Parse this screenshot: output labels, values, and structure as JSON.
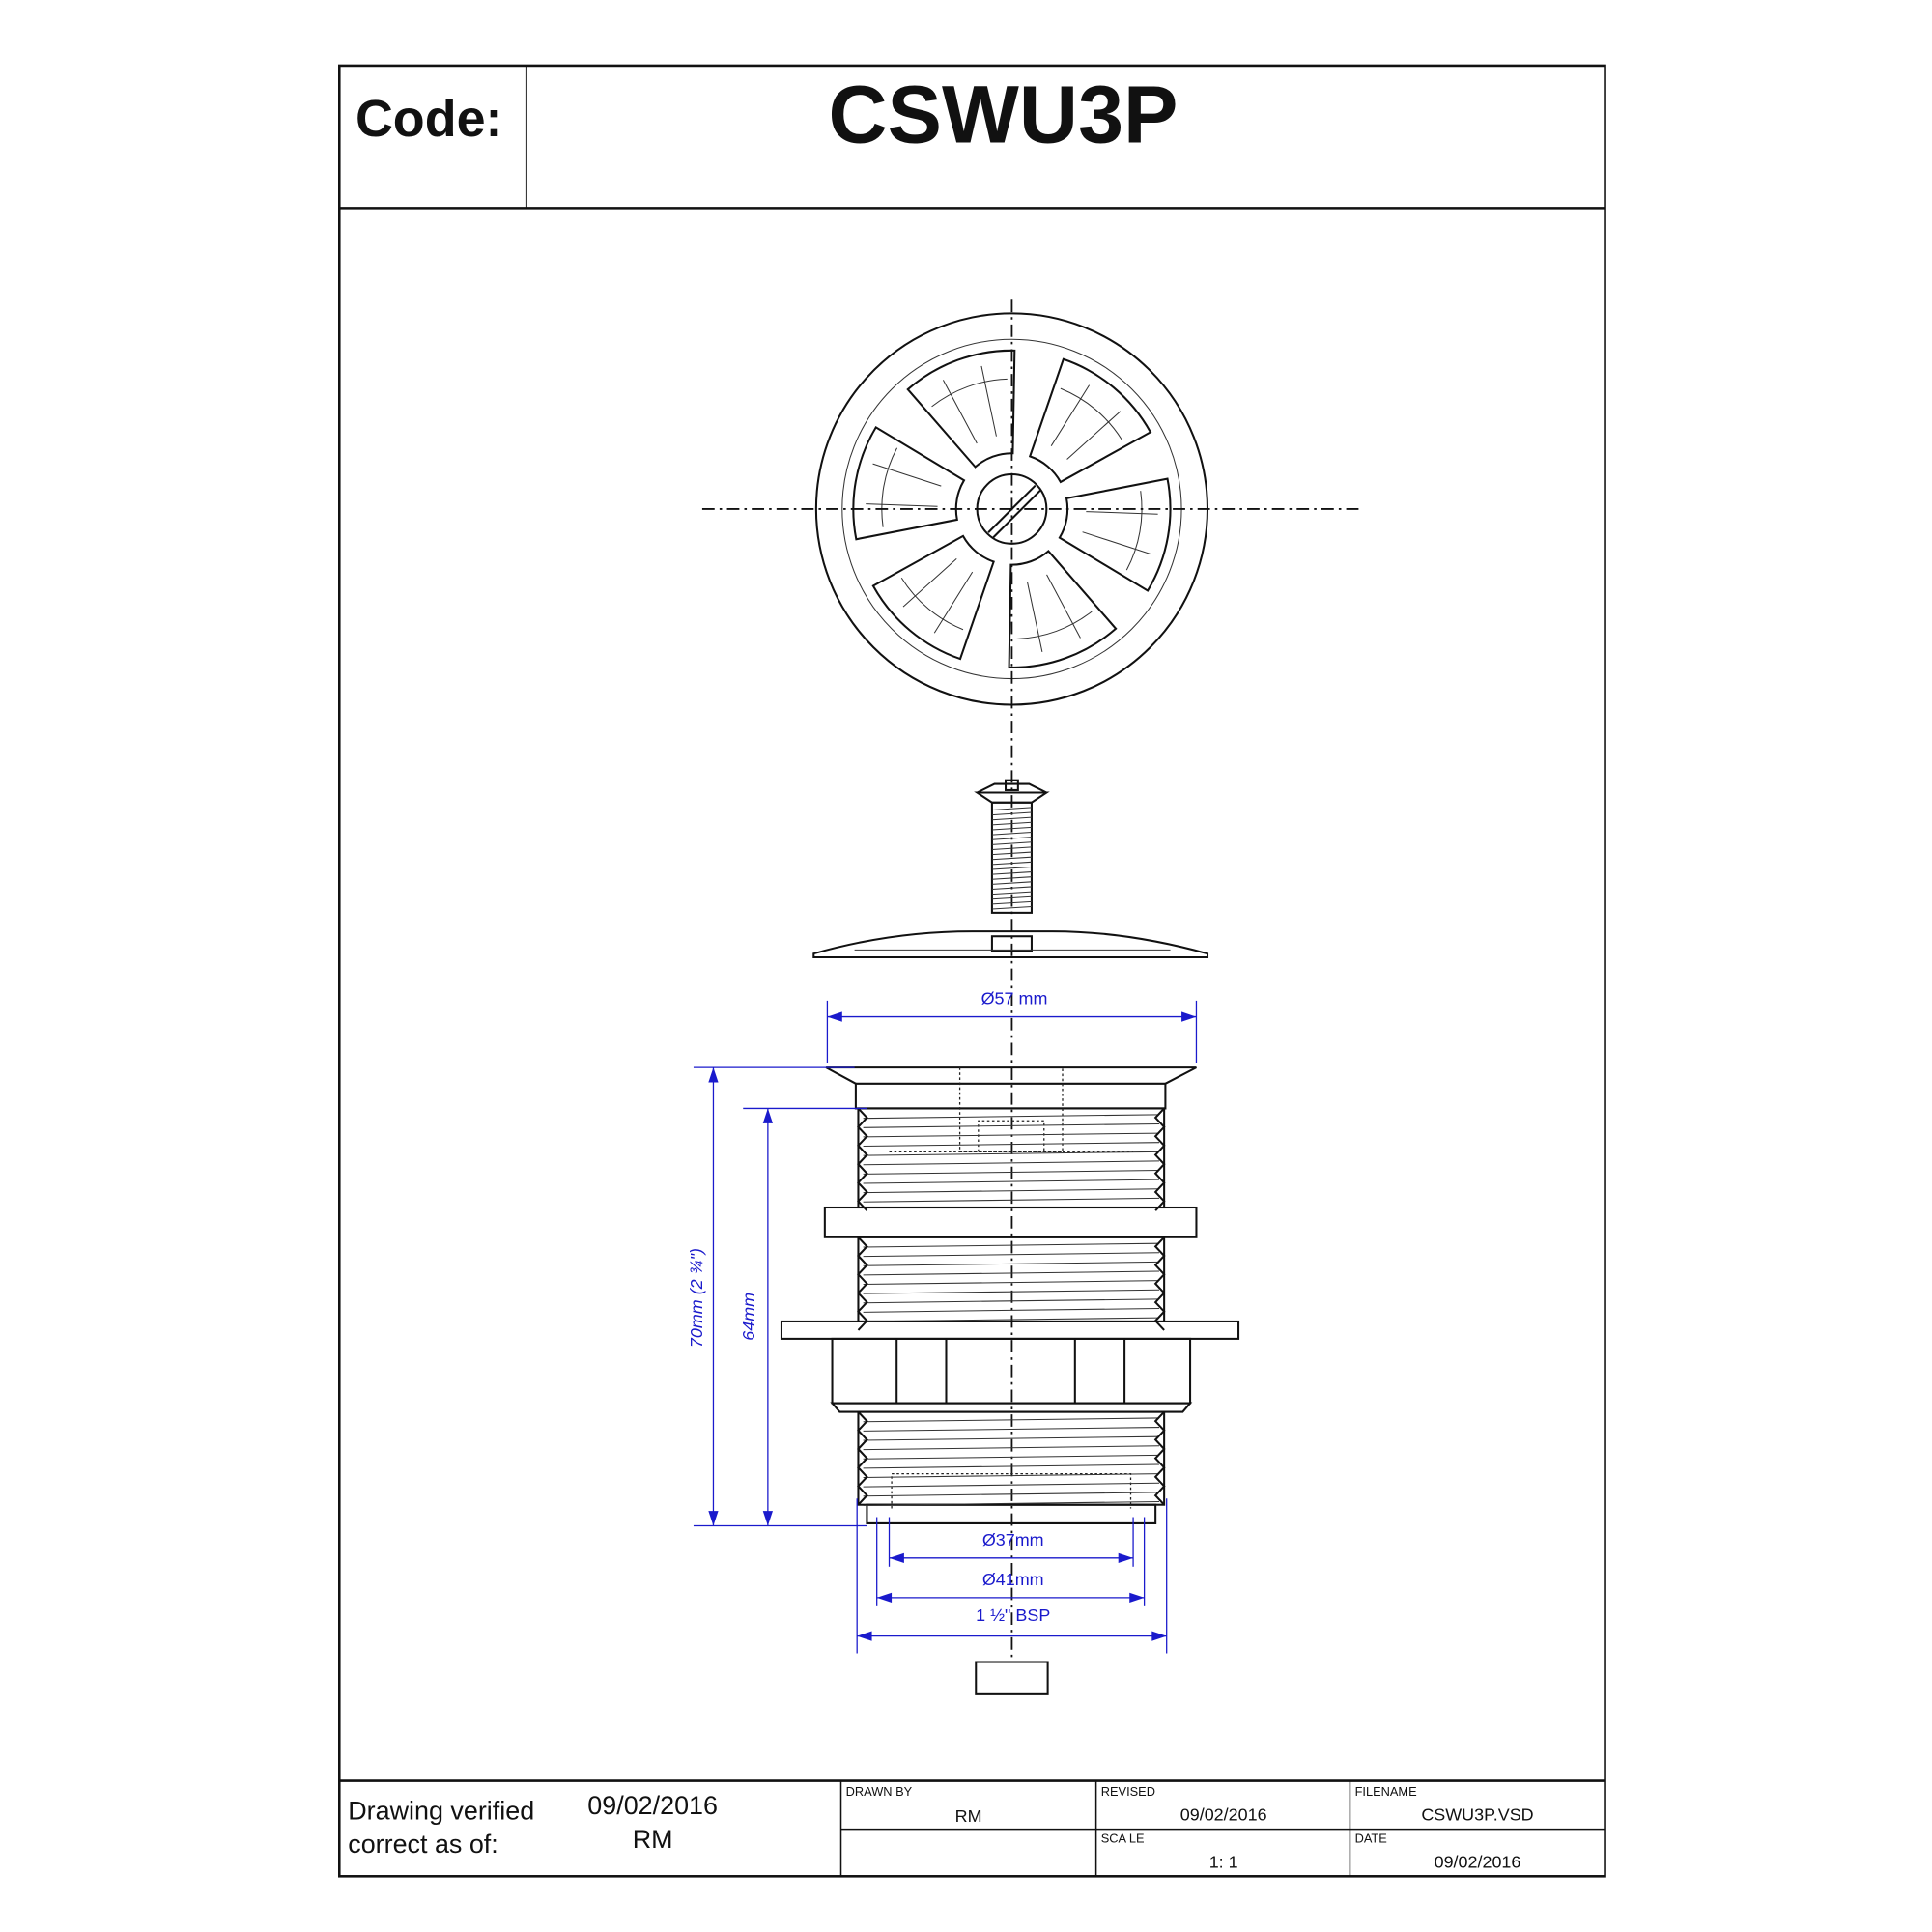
{
  "header": {
    "code_label": "Code:",
    "code_value": "CSWU3P"
  },
  "dimensions": {
    "overall_diameter": "Ø57 mm",
    "overall_height": "70mm (2 ¾\")",
    "thread_height": "64mm",
    "inner_diameter": "Ø37mm",
    "outer_thread_diameter": "Ø41mm",
    "thread_size": "1 ½\" BSP"
  },
  "title_block": {
    "verified_line1": "Drawing verified",
    "verified_line2": "correct as of:",
    "verified_date": "09/02/2016",
    "verified_by": "RM",
    "drawn_by_label": "DRAWN BY",
    "drawn_by": "RM",
    "revised_label": "REVISED",
    "revised": "09/02/2016",
    "filename_label": "FILENAME",
    "filename": "CSWU3P.VSD",
    "scale_label": "SCA LE",
    "scale": "1: 1",
    "date_label": "DATE",
    "date": "09/02/2016"
  },
  "colors": {
    "dimension": "#1a1acc",
    "line": "#111111"
  }
}
